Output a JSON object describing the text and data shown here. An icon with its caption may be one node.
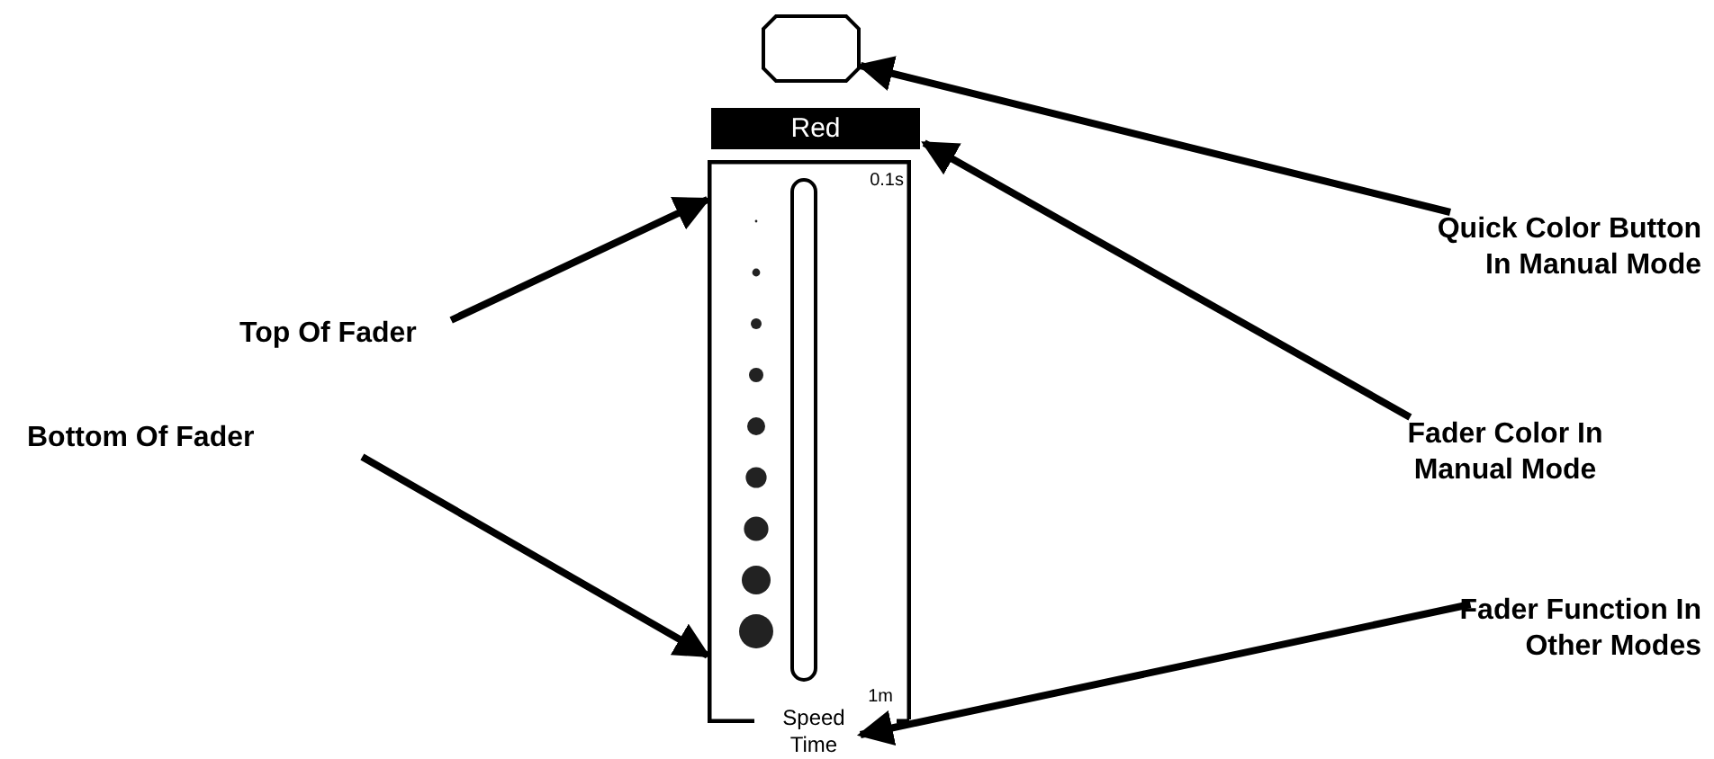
{
  "diagram": {
    "nodes": [
      {
        "text": [
          "Quick Color Button In Manual Mode"
        ]
      },
      {
        "text": [
          "Top Of Fader"
        ]
      },
      {
        "text": [
          "Fader Color In Manual Mode"
        ]
      },
      {
        "text": [
          "Bottom Of Fader"
        ]
      },
      {
        "text": [
          "Fader Function In Other Modes"
        ]
      },
      {
        "text": [],
        "shape": "octagon"
      },
      {
        "text": [
          "Red"
        ]
      },
      {
        "text": [
          "0.1s",
          "1m"
        ]
      },
      {
        "text": [
          "Speed Time"
        ]
      }
    ],
    "edges": [
      {
        "from": 0,
        "to": 5,
        "arrow": "to"
      },
      {
        "from": 1,
        "to": 7,
        "arrow": "to"
      },
      {
        "from": 2,
        "to": 6,
        "arrow": "to"
      },
      {
        "from": 3,
        "to": 7,
        "arrow": "to"
      },
      {
        "from": 4,
        "to": 8,
        "arrow": "to"
      }
    ]
  }
}
